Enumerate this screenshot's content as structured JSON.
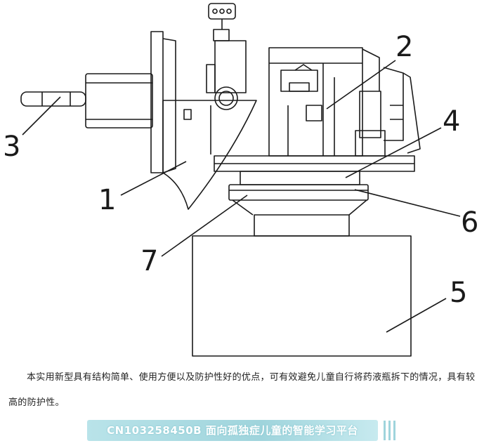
{
  "labels": [
    "1",
    "2",
    "3",
    "4",
    "5",
    "6",
    "7"
  ],
  "caption": "本实用新型具有结构简单、使用方便以及防护性好的优点，可有效避免儿童自行将药液瓶拆下的情况，具有较高的防护性。",
  "banner": "CN103258450B 面向孤独症儿童的智能学习平台"
}
